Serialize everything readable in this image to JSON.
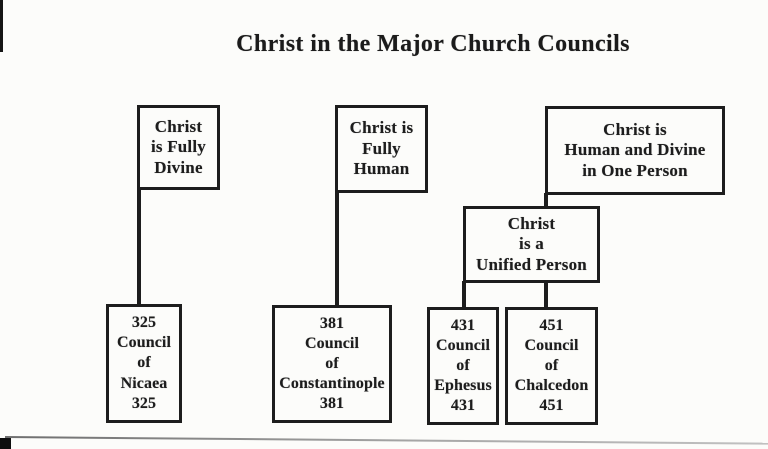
{
  "title": "Christ in the Major Church Councils",
  "diagram": {
    "belief_boxes": [
      {
        "lines": [
          "Christ",
          "is Fully",
          "Divine"
        ]
      },
      {
        "lines": [
          "Christ is",
          "Fully",
          "Human"
        ]
      },
      {
        "lines": [
          "Christ is",
          "Human and Divine",
          "in One Person"
        ]
      },
      {
        "lines": [
          "Christ",
          "is a",
          "Unified Person"
        ]
      }
    ],
    "council_boxes": [
      {
        "lines": [
          "325",
          "Council",
          "of",
          "Nicaea",
          "325"
        ]
      },
      {
        "lines": [
          "381",
          "Council",
          "of",
          "Constantinople",
          "381"
        ]
      },
      {
        "lines": [
          "431",
          "Council",
          "of",
          "Ephesus",
          "431"
        ]
      },
      {
        "lines": [
          "451",
          "Council",
          "of",
          "Chalcedon",
          "451"
        ]
      }
    ]
  },
  "colors": {
    "ink": "#1d1d1d",
    "paper": "#fcfcfa",
    "scan_edge": "#8c8c8c"
  }
}
